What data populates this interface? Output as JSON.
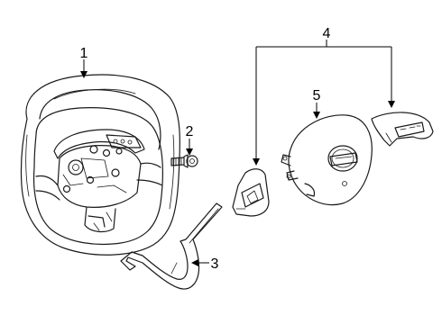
{
  "diagram": {
    "callouts": {
      "wheel": "1",
      "bolt": "2",
      "lower_cover": "3",
      "switch_group": "4",
      "airbag": "5"
    }
  }
}
